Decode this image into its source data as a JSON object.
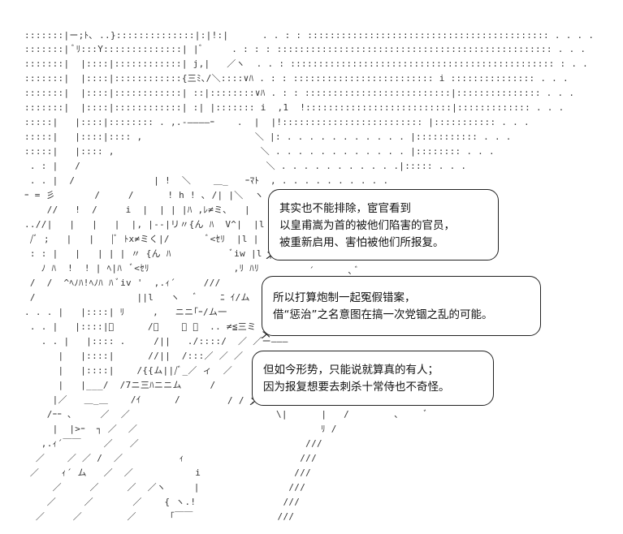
{
  "art_lines": [
    ":::::::|ー;ﾄ､ ..}::::::::::::::|:|!:|      . . : : ::::::::::::::::::::::::::::::::::::::::::: . . . .",
    ":::::::| ﾞﾘ:::Y::::::::::::::| |ﾞ     . : : : ::::::::::::::::::::::::::::::::::::::::::::::::: . . .",
    ":::::::|  |::::|::::::::::::| j,|   ／ヽ  . . : ::::::::::::::::::::::::::::::::::::::::::::::: : . .",
    ":::::::|  |::::|::::::::::::{三ﾐ､/＼::::∨ﾊ . : : ::::::::::::::::::::::::: i ::::::::::::::: . . .",
    ":::::::|  |::::|::::::::::::| ::|::::::::∨ﾊ . : : ::::::::::::::::::::::::::|::::::::::::::: . . .",
    ":::::::|  |::::|::::::::::::| :| |::::::: i  ,1  !::::::::::::::::::::::::::|::::::::::::: . . .",
    ":::::|   |::::|:::::::: . ,.-――――ｰ    .  |  |!::::::::::::::::::::::::: |::::::::::: . . .",
    ":::::|   |::::|:::: ,                    ＼ |: . . . . . . . . . . . |::::::::::: . . .",
    ":::::|   |:::: ,                          ＼ . . . . . . . . . . . . |:::::::: . . .",
    " . : |   /                                 ＼ . . . . . . . . . . .|::::: . . .",
    " . . |  /              | !  ＼    ＿_   ｰﾏﾄ  , . . . . . . . . . .",
    "ｰ = 彡       /     /      ! h ! ､ /| |＼  ヽ  V|}  f",
    "    //   !  /     i  |  | | |ﾊ ,ﾚ≠ミ､   |    V   |",
    "..//|   |   |   |  |, |--|リ〃{ん ﾊ  V^|  |l |   |",
    " /ﾞ ;   |   |   |ﾞ ﾄx≠ミく|/       ﾞ<ｾﾘ  |l |  |/V  |",
    " : : |   |   | | | 〃 {ん ﾊ           ﾞiw |l | |",
    "   ﾉ ﾊ  !  ! | ﾍ|ﾊ  ﾞ<ｾﾘ               ,ﾘ ﾊﾘ",
    " /  /  ^ﾍﾉﾊ!ﾍﾉﾊ ﾊ ﾞiv '  ,.ｨ´     ///",
    " /                  ||l   ヽ   ﾞ    ﾆ ｲ/ム",
    ". . . |   |::::| ﾘ     ,   ニニ｢ｰ/ム一",
    " . . |   |::::|ﾞ      /〃    ／ ／  .. ≠≦三ミ",
    "   . . |   |:::: .     /||   ./::::/  ／ ／ー―――",
    "      |   |::::|      //||  /:::／ ／ ／",
    "      |   |::::|    /{{ム||/ﾞ_／ ィ  ／",
    "      |   |___/  /7ニ三ﾊニニム     /",
    "     |／   ＿_＿    /ｲ      /",
    "    /ｰｰ ､     ／  ／",
    "     |  |>ｰ  ┐ ／  ／",
    "   ,.ｨ´￣￣    ／   ／",
    "  ／    ／ ／ /  ／          ｨ",
    " ／    ｨ´ ム   ／  ／           i",
    "     ／     ／     ／  ／ヽ     |",
    "    ／     ／       ／    { ヽ.!",
    "  ／     ／        ／      ｢￣￣"
  ],
  "art_right_lines": [
    "           ///",
    "          ///",
    "         ///",
    "        ///",
    "       ///",
    "      ///"
  ],
  "bubbles": [
    {
      "lines": [
        "其实也不能排除，宦官看到",
        "以皇甫嵩为首的被他们陷害的官员，",
        "被重新启用、害怕被他们所报复。"
      ]
    },
    {
      "lines": [
        "所以打算炮制一起冤假错案，",
        "借“惩治”之名意图在搞一次党锢之乱的可能。"
      ]
    },
    {
      "lines": [
        "但如今形势，只能说就算真的有人；",
        "因为报复想要去刺杀十常侍也不奇怪。"
      ]
    }
  ],
  "connector_marks": [
    "´      ､ ﾞ",
    "\\|      |   /        ､     ﾞ",
    "ﾘ /",
    "/ / .",
    "メ",
    "メ",
    "メ"
  ]
}
